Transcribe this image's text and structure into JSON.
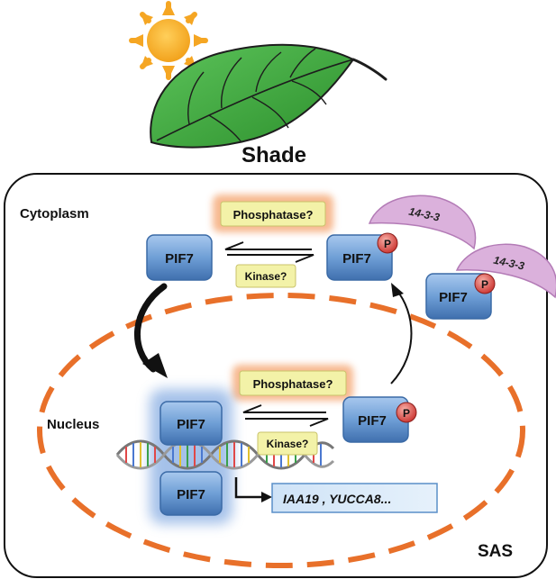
{
  "header": {
    "title": "Shade"
  },
  "compartments": {
    "cytoplasm": "Cytoplasm",
    "nucleus": "Nucleus",
    "response": "SAS"
  },
  "proteins": {
    "pif7": "PIF7",
    "phospho": "P",
    "adaptor": "14-3-3"
  },
  "enzymes": {
    "phosphatase": "Phosphatase?",
    "kinase": "Kinase?"
  },
  "target_genes": "IAA19 , YUCCA8...",
  "colors": {
    "pif7_fill": "#6f9fd6",
    "nucleus_outline": "#e8702a",
    "adaptor_fill": "#dbb1dc",
    "enzyme_fill": "#f3f2a8",
    "enzyme_glow": "#f6b183",
    "leaf": "#3aaa38",
    "sun": "#f5a623",
    "phospho_fill": "#d9534f"
  },
  "icons": [
    "sun-icon",
    "leaf-icon",
    "dna-helix-icon"
  ]
}
